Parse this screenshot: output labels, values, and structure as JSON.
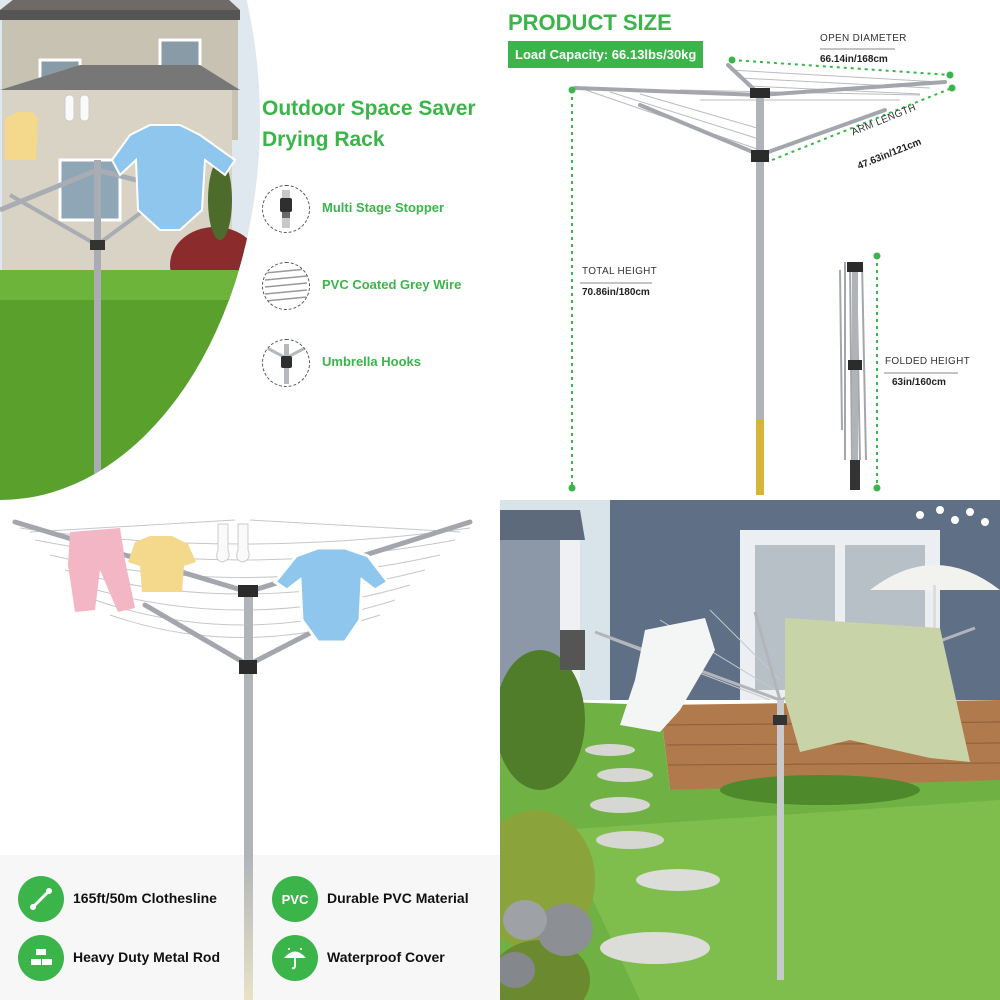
{
  "overview": {
    "headline_line1": "Outdoor Space Saver",
    "headline_line2": "Drying Rack",
    "features": [
      {
        "icon": "stopper-icon",
        "label": "Multi Stage Stopper"
      },
      {
        "icon": "wire-icon",
        "label": "PVC Coated Grey Wire"
      },
      {
        "icon": "hook-icon",
        "label": "Umbrella Hooks"
      }
    ]
  },
  "product_size": {
    "title": "PRODUCT SIZE",
    "load_capacity": "Load Capacity: 66.13lbs/30kg",
    "open_diameter_label": "OPEN DIAMETER",
    "open_diameter_value": "66.14in/168cm",
    "arm_length_label": "ARM LENGTH",
    "arm_length_value": "47.63in/121cm",
    "total_height_label": "TOTAL HEIGHT",
    "total_height_value": "70.86in/180cm",
    "folded_height_label": "FOLDED HEIGHT",
    "folded_height_value": "63in/160cm"
  },
  "specs": [
    {
      "icon": "line-icon",
      "icon_text": "",
      "label": "165ft/50m Clothesline"
    },
    {
      "icon": "pvc-icon",
      "icon_text": "PVC",
      "label": "Durable PVC Material"
    },
    {
      "icon": "metal-rod-icon",
      "icon_text": "",
      "label": "Heavy Duty Metal Rod"
    },
    {
      "icon": "umbrella-icon",
      "icon_text": "",
      "label": "Waterproof Cover"
    }
  ],
  "colors": {
    "accent": "#3bb54a",
    "grass": "#5aa02c",
    "sky": "#dfeaf2",
    "metal": "#a9adb3"
  }
}
